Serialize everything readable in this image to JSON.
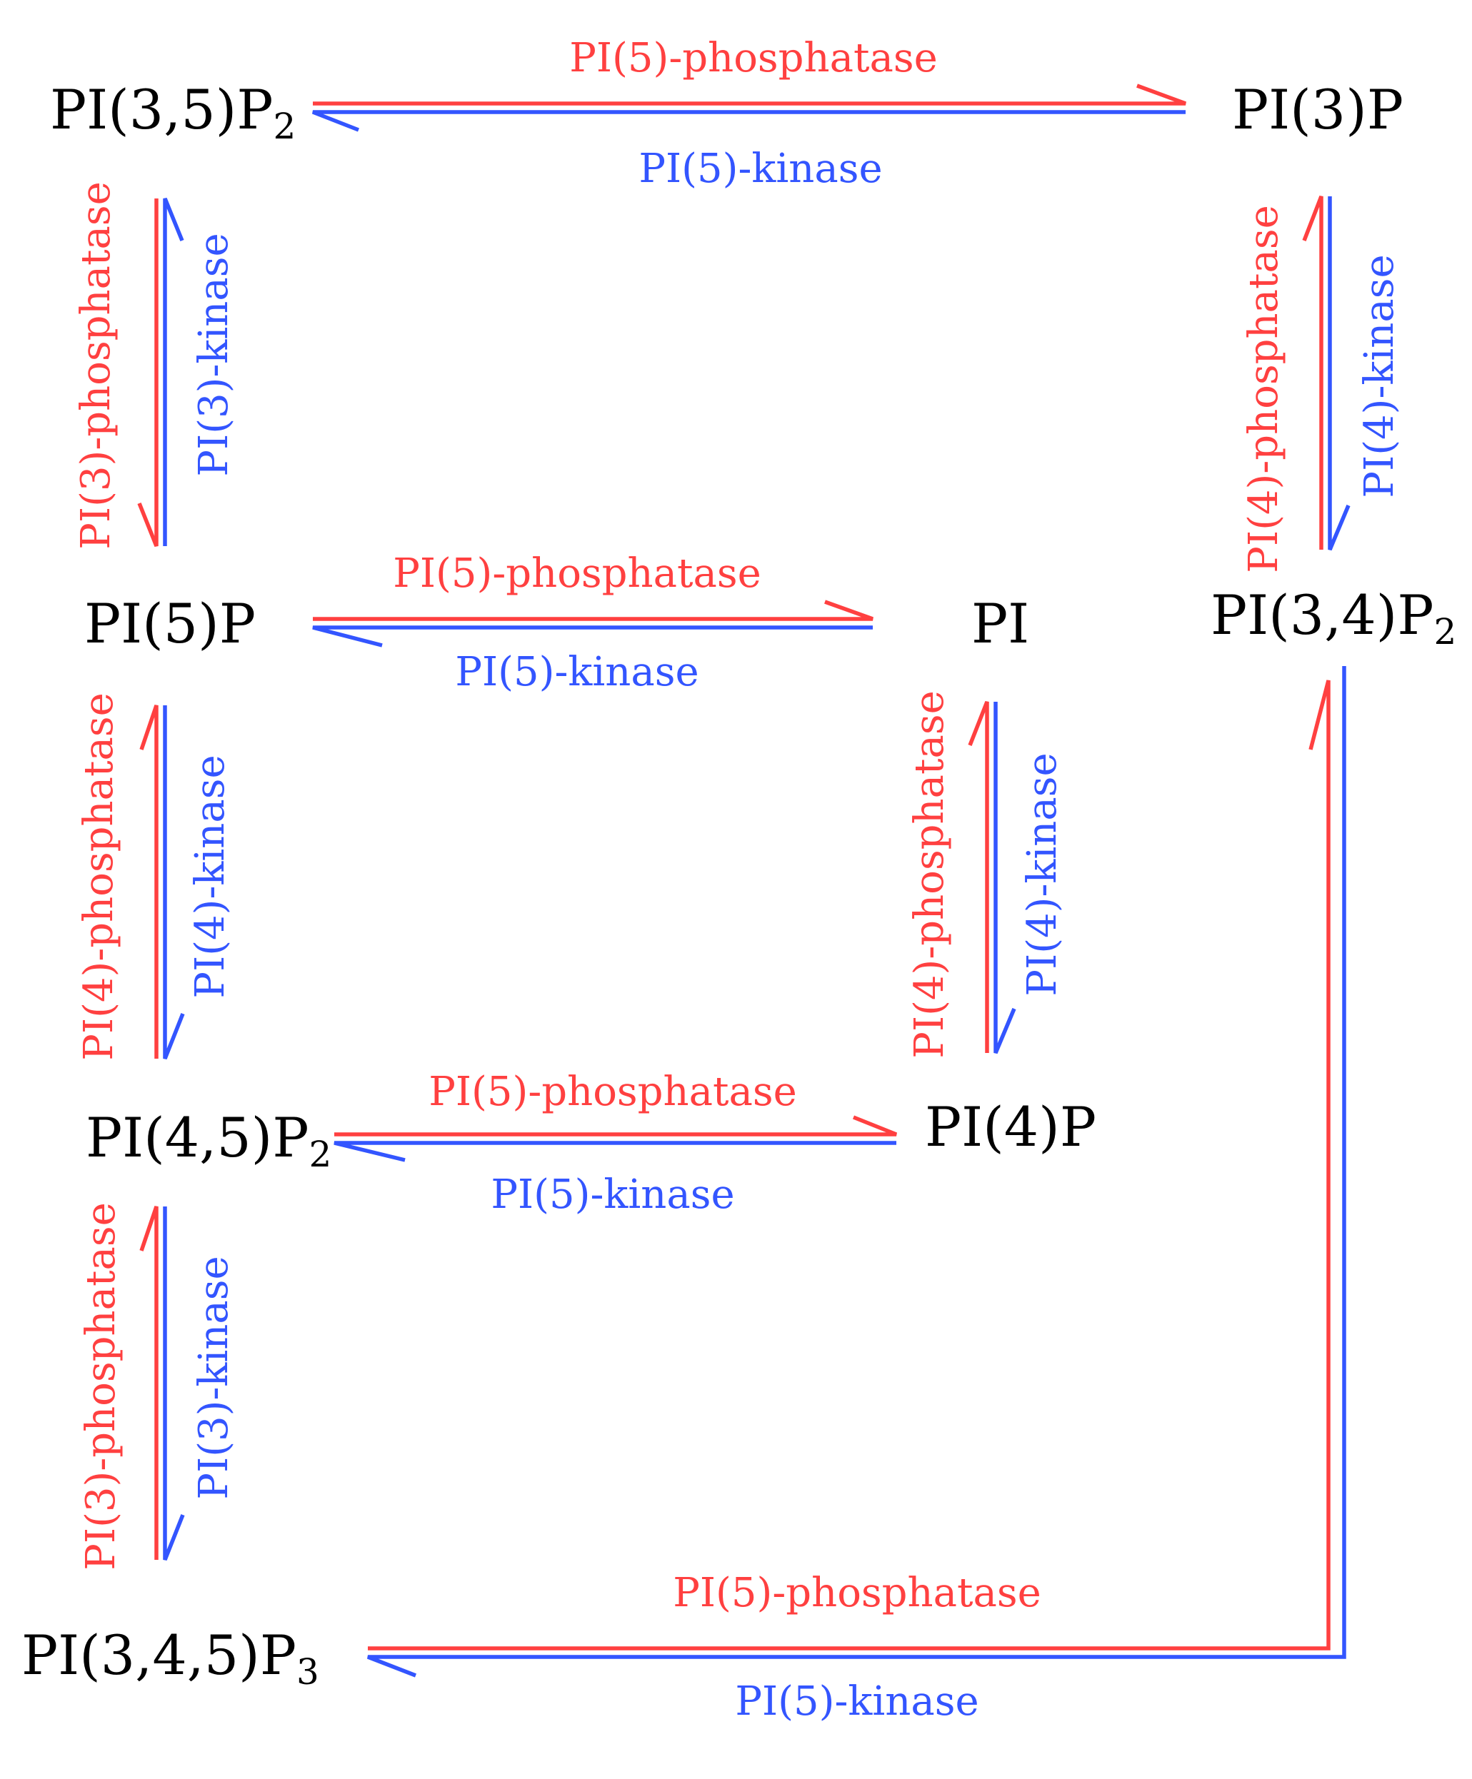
{
  "colors": {
    "phosphatase": "#ff4040",
    "kinase": "#3355ff",
    "node": "#000000"
  },
  "nodes": {
    "pi35p2": {
      "main": "PI(3,5)P",
      "sub": "2"
    },
    "pi3p": {
      "main": "PI(3)P"
    },
    "pi5p": {
      "main": "PI(5)P"
    },
    "pi": {
      "main": "PI"
    },
    "pi34p2": {
      "main": "PI(3,4)P",
      "sub": "2"
    },
    "pi45p2": {
      "main": "PI(4,5)P",
      "sub": "2"
    },
    "pi4p": {
      "main": "PI(4)P"
    },
    "pi345p3": {
      "main": "PI(3,4,5)P",
      "sub": "3"
    }
  },
  "labels": {
    "top_phosphatase": "PI(5)-phosphatase",
    "top_kinase": "PI(5)-kinase",
    "mid_phosphatase": "PI(5)-phosphatase",
    "mid_kinase": "PI(5)-kinase",
    "low_phosphatase": "PI(5)-phosphatase",
    "low_kinase": "PI(5)-kinase",
    "bottom_phosphatase": "PI(5)-phosphatase",
    "bottom_kinase": "PI(5)-kinase",
    "left_upper_phosphatase": "PI(3)-phosphatase",
    "left_upper_kinase": "PI(3)-kinase",
    "left_mid_phosphatase": "PI(4)-phosphatase",
    "left_mid_kinase": "PI(4)-kinase",
    "left_lower_phosphatase": "PI(3)-phosphatase",
    "left_lower_kinase": "PI(3)-kinase",
    "center_phosphatase": "PI(4)-phosphatase",
    "center_kinase": "PI(4)-kinase",
    "right_phosphatase": "PI(4)-phosphatase",
    "right_kinase": "PI(4)-kinase"
  }
}
